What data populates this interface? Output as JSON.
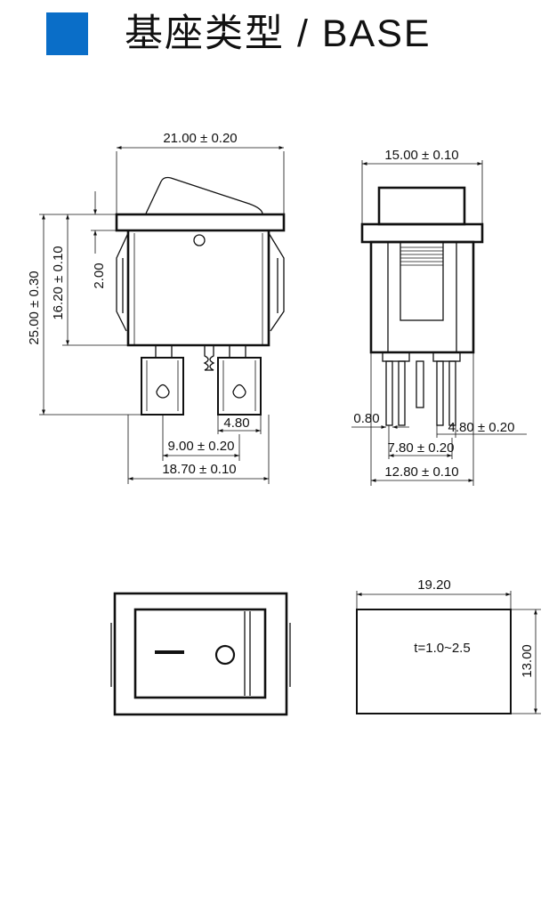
{
  "header": {
    "title": "基座类型 / BASE",
    "accent_color": "#0a6ec8"
  },
  "side_view": {
    "overall_width": "21.00 ± 0.20",
    "overall_height": "25.00 ± 0.30",
    "body_height": "16.20 ± 0.10",
    "flange_thickness": "2.00",
    "terminal_width": "4.80",
    "terminal_spacing": "9.00 ± 0.20",
    "body_width": "18.70 ± 0.10"
  },
  "front_view": {
    "flange_width": "15.00 ± 0.10",
    "pin_thickness": "0.80",
    "pin_width": "4.80 ± 0.20",
    "pin_spacing": "7.80 ± 0.20",
    "body_width": "12.80 ± 0.10"
  },
  "panel_cutout": {
    "width": "19.20",
    "height": "13.00",
    "panel_thickness": "t=1.0~2.5"
  }
}
